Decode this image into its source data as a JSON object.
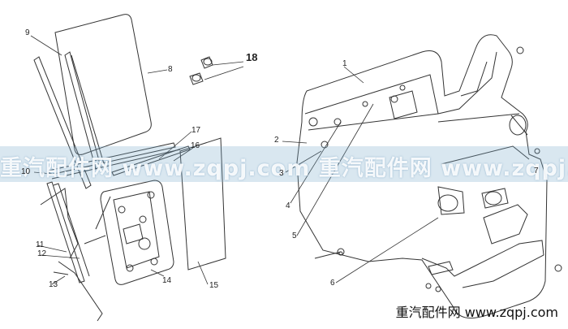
{
  "part_labels": {
    "p1": "1",
    "p2": "2",
    "p3": "3",
    "p4": "4",
    "p5": "5",
    "p6": "6",
    "p7": "7",
    "p8": "8",
    "p9": "9",
    "p10": "10",
    "p11": "11",
    "p12": "12",
    "p13": "13",
    "p14": "14",
    "p15": "15",
    "p16": "16",
    "p17": "17",
    "p18": "18"
  },
  "watermark": {
    "band_text": "重汽配件网 www.zqpj.com 重汽配件网 www.zqpj.com",
    "bottom_text": "重汽配件网 www.zqpj.com"
  },
  "colors": {
    "line": "#333333",
    "band": "#8fb8d2"
  }
}
